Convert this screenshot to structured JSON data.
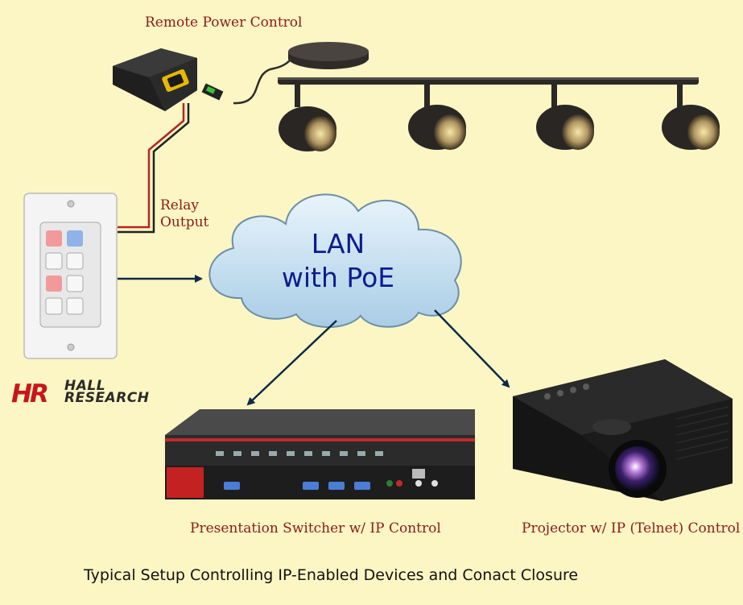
{
  "labels": {
    "remote_power": "Remote Power Control",
    "relay_output_line1": "Relay",
    "relay_output_line2": "Output",
    "cloud_line1": "LAN",
    "cloud_line2": "with PoE",
    "switcher": "Presentation Switcher w/ IP Control",
    "projector": "Projector w/ IP (Telnet) Control",
    "caption": "Typical Setup Controlling IP-Enabled Devices and Conact Closure"
  },
  "logo": {
    "mark": "HR",
    "line1": "HALL",
    "line2": "RESEARCH"
  },
  "colors": {
    "background": "#fbf6c3",
    "label_red": "#8b1a1a",
    "cloud_text": "#0c1d8f",
    "arrow": "#0f2a4a",
    "logo_red": "#c8151b"
  }
}
